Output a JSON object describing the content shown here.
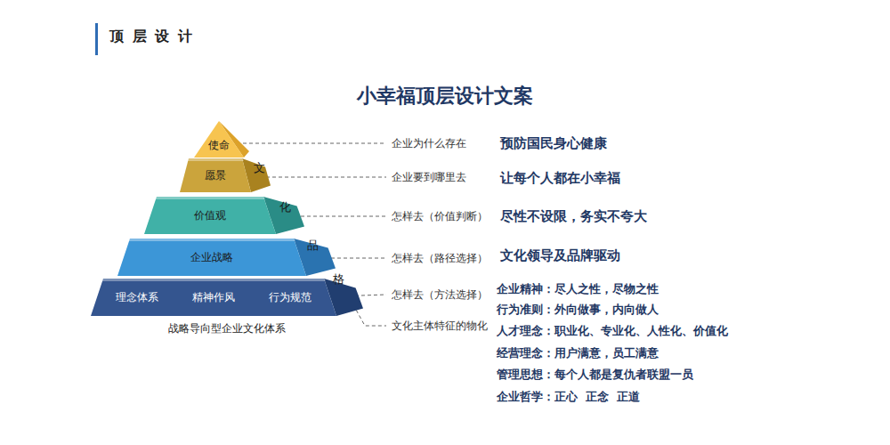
{
  "diagram": {
    "title": "小幸福顶层设计文案",
    "caption": "战略导向型企业文化体系",
    "nodes": [
      {
        "text": [
          "使命"
        ]
      },
      {
        "text": [
          "愿景"
        ]
      },
      {
        "text": [
          "价值观"
        ]
      },
      {
        "text": [
          "企业战略"
        ]
      },
      {
        "text": [
          "理念体系",
          "精神作风",
          "行为规范"
        ]
      }
    ],
    "labels": [
      "顶 层 设 计",
      "文",
      "化",
      "品",
      "格",
      "企业为什么存在",
      "企业要到哪里去",
      "怎样去（价值判断）",
      "怎样去（路径选择）",
      "怎样去（方法选择）",
      "文化主体特征的物化",
      "预防国民身心健康",
      "让每个人都在小幸福",
      "尽性不设限，务实不夸大",
      "文化领导及品牌驱动",
      "企业精神：尽人之性，尽物之性",
      "行为准则：外向做事，内向做人",
      "人才理念：职业化、专业化、人性化、价值化",
      "经营理念：用户满意，员工满意",
      "管理思想：每个人都是复仇者联盟一员",
      "企业哲学：正心  正念  正道"
    ]
  }
}
